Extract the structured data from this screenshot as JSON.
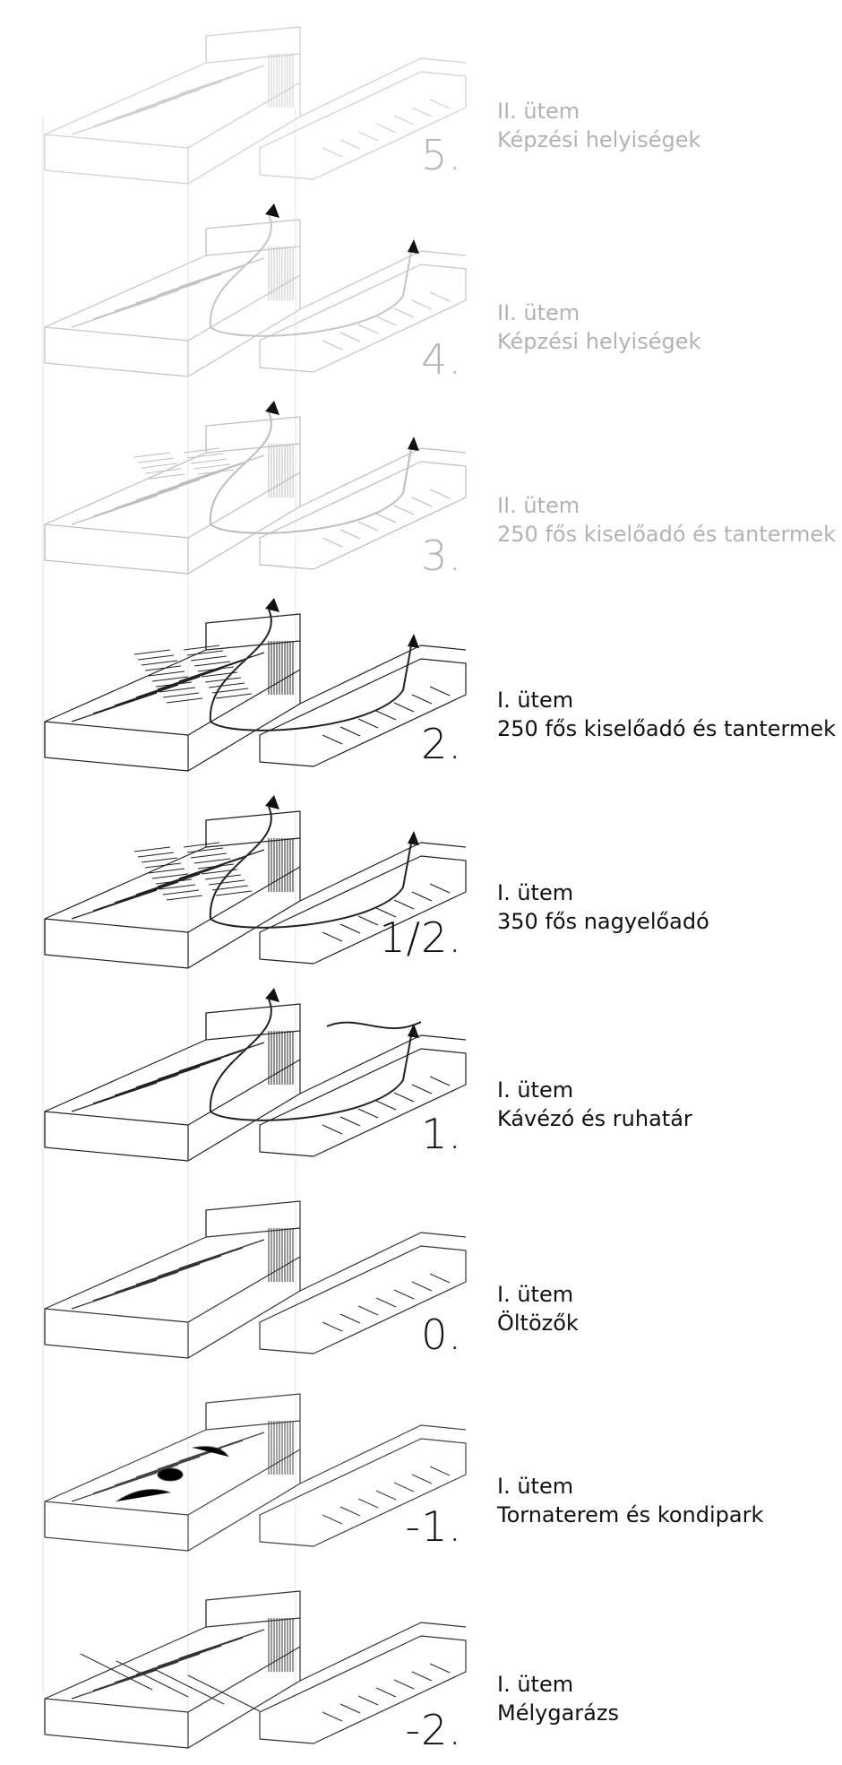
{
  "levels": [
    {
      "num": "5.",
      "phase": "II. ütem",
      "desc": "Képzési helyiségek",
      "tone": "faded",
      "stroke": "#cfcfcf",
      "content": "classrooms"
    },
    {
      "num": "4.",
      "phase": "II. ütem",
      "desc": "Képzési helyiségek",
      "tone": "faded",
      "stroke": "#c4c4c4",
      "content": "classrooms-ramp"
    },
    {
      "num": "3.",
      "phase": "II. ütem",
      "desc": "250 fős kiselőadó és tantermek",
      "tone": "faded",
      "stroke": "#bdbdbd",
      "content": "auditorium-small"
    },
    {
      "num": "2.",
      "phase": "I. ütem",
      "desc": "250 fős kiselőadó és tantermek",
      "tone": "dark",
      "stroke": "#222222",
      "content": "auditorium"
    },
    {
      "num": "1/2.",
      "phase": "I. ütem",
      "desc": "350 fős nagyelőadó",
      "tone": "dark",
      "stroke": "#222222",
      "content": "auditorium"
    },
    {
      "num": "1.",
      "phase": "I. ütem",
      "desc": "Kávézó és ruhatár",
      "tone": "dark",
      "stroke": "#222222",
      "content": "cafe"
    },
    {
      "num": "0.",
      "phase": "I. ütem",
      "desc": "Öltözők",
      "tone": "dark",
      "stroke": "#333333",
      "content": "lockers"
    },
    {
      "num": "-1.",
      "phase": "I. ütem",
      "desc": "Tornaterem és kondipark",
      "tone": "dark",
      "stroke": "#444444",
      "content": "gym"
    },
    {
      "num": "-2.",
      "phase": "I. ütem",
      "desc": "Mélygarázs",
      "tone": "dark",
      "stroke": "#333333",
      "content": "garage"
    }
  ]
}
